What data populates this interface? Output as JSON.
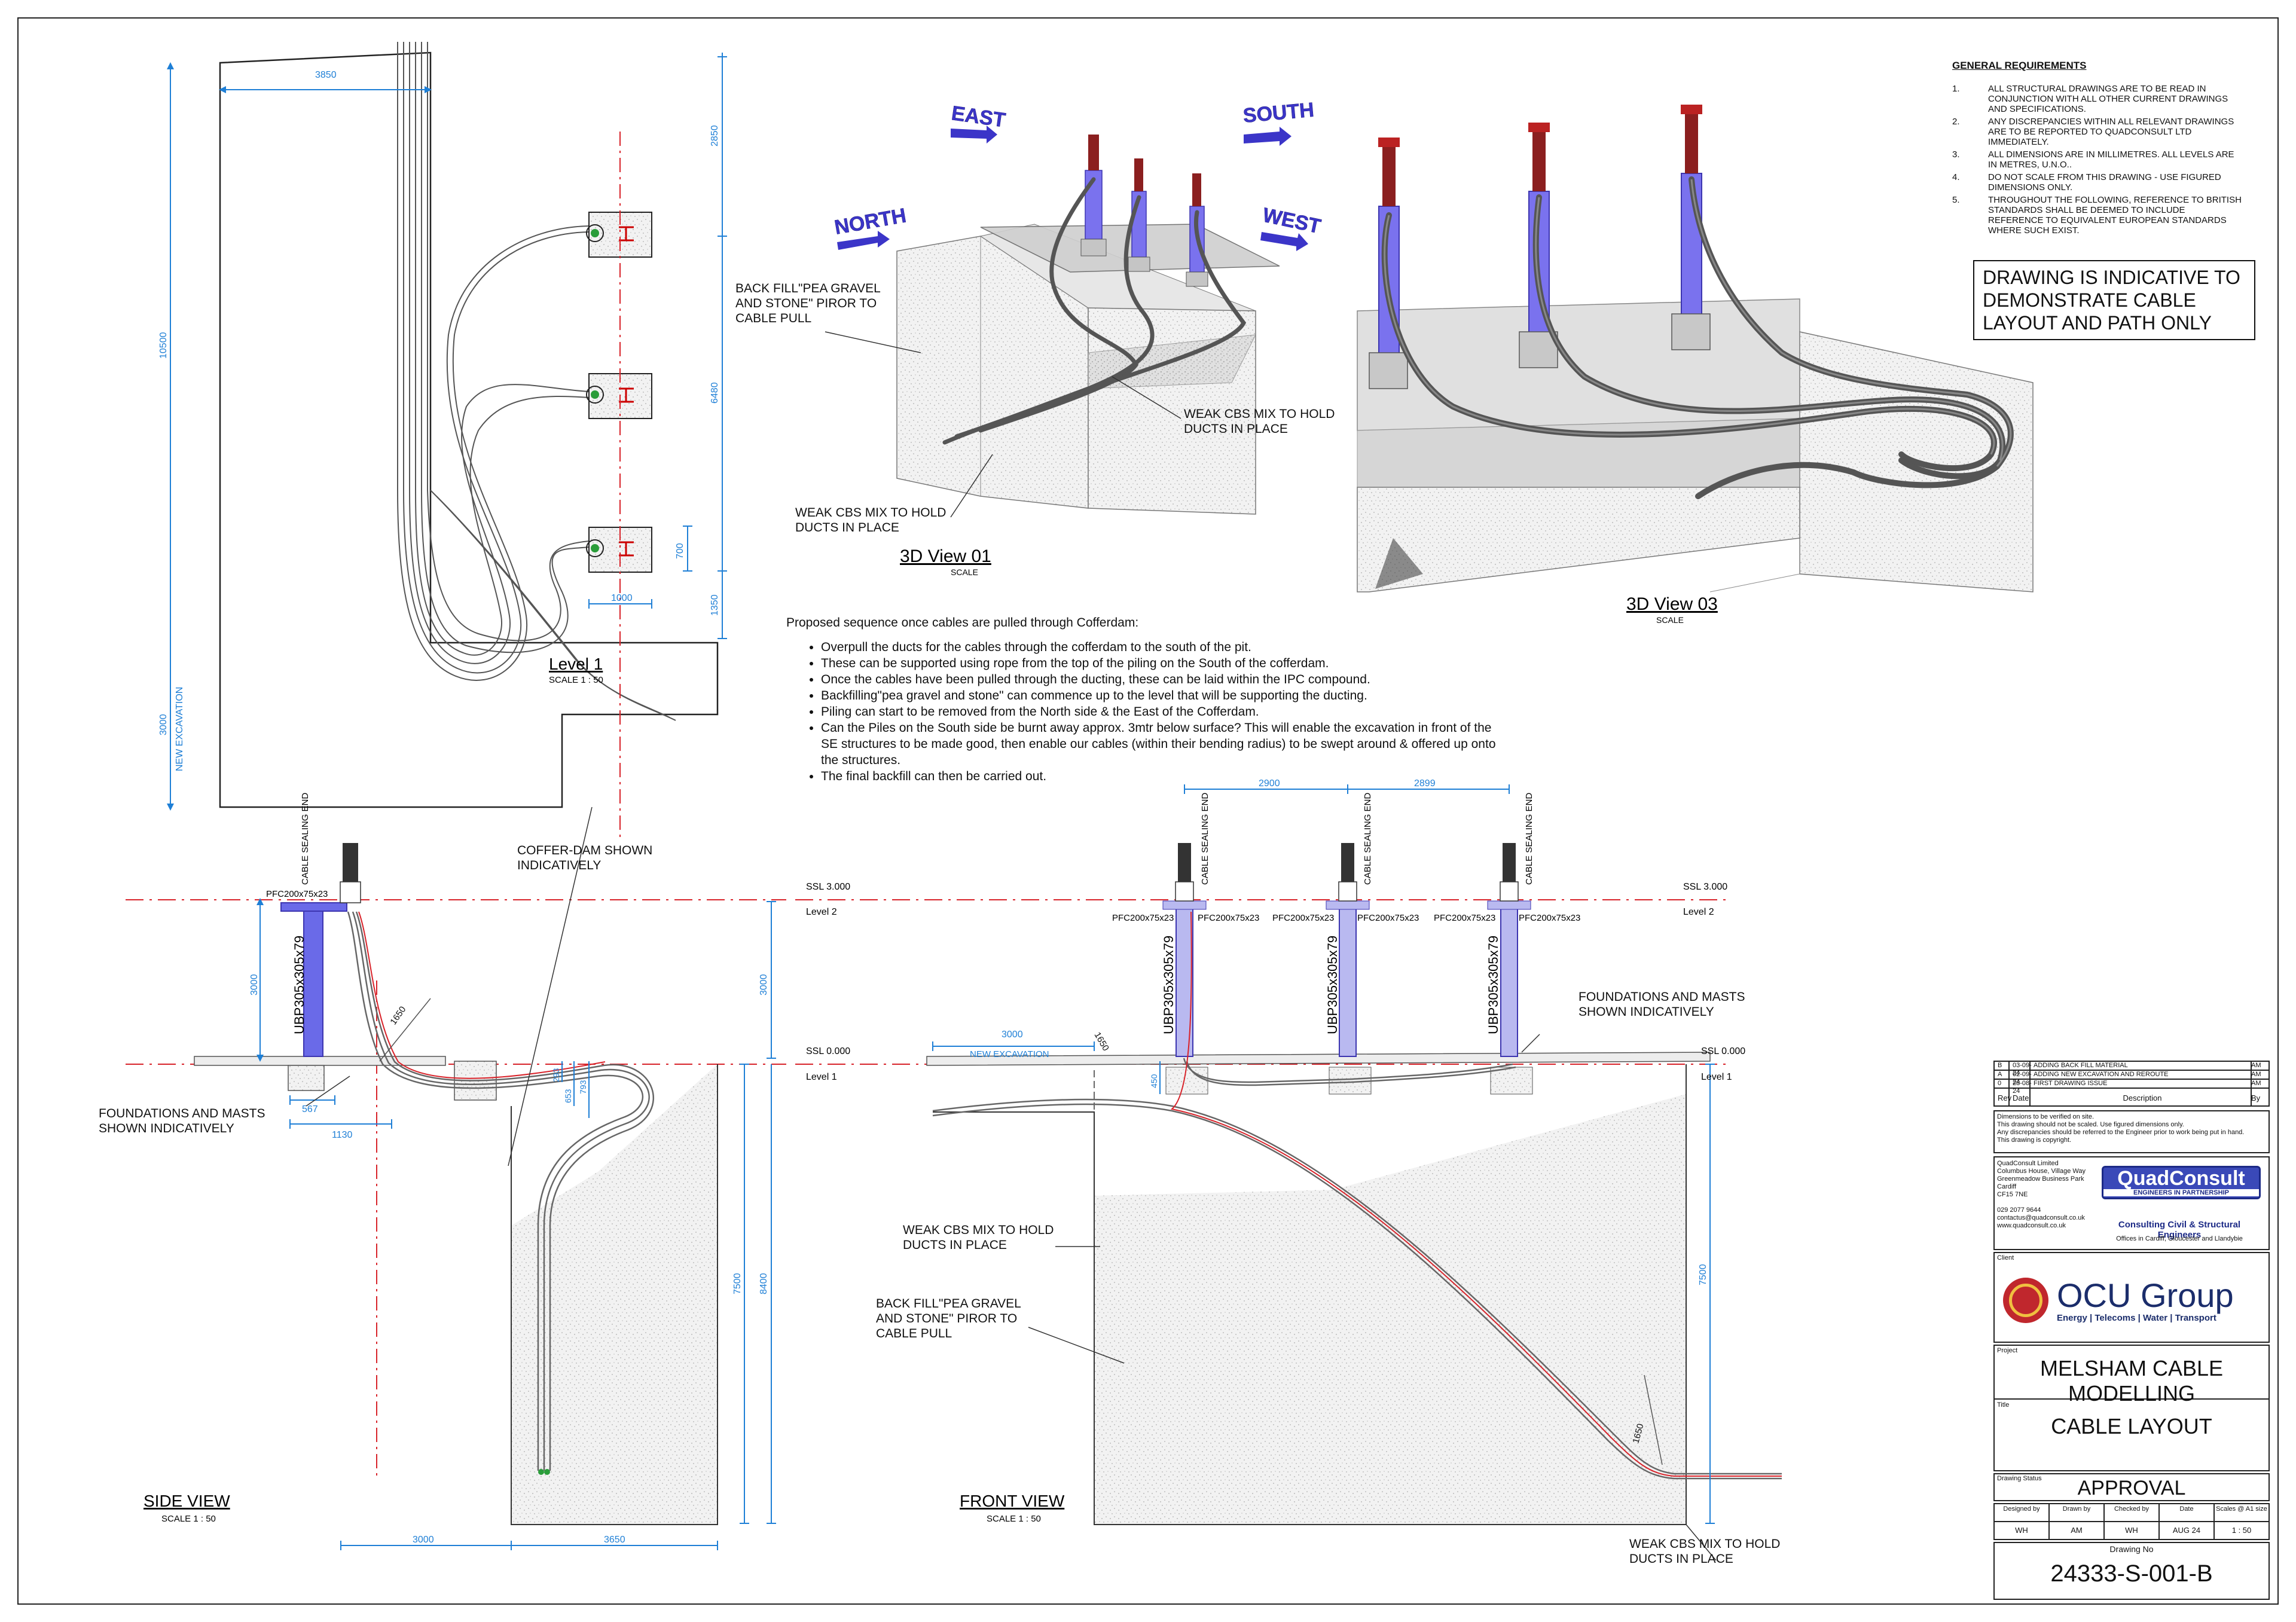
{
  "general_requirements": {
    "title": "GENERAL REQUIREMENTS",
    "items": [
      {
        "num": "1.",
        "text": "ALL STRUCTURAL DRAWINGS ARE TO BE READ IN CONJUNCTION WITH ALL OTHER CURRENT DRAWINGS AND SPECIFICATIONS."
      },
      {
        "num": "2.",
        "text": "ANY DISCREPANCIES WITHIN ALL RELEVANT DRAWINGS ARE TO BE REPORTED TO QUADCONSULT LTD IMMEDIATELY."
      },
      {
        "num": "3.",
        "text": "ALL DIMENSIONS ARE IN MILLIMETRES. ALL LEVELS ARE IN METRES, U.N.O.."
      },
      {
        "num": "4.",
        "text": "DO NOT SCALE FROM THIS DRAWING - USE FIGURED DIMENSIONS ONLY."
      },
      {
        "num": "5.",
        "text": "THROUGHOUT THE FOLLOWING, REFERENCE TO BRITISH STANDARDS SHALL BE DEEMED TO INCLUDE REFERENCE TO EQUIVALENT EUROPEAN STANDARDS WHERE SUCH EXIST."
      }
    ]
  },
  "notice": "DRAWING IS INDICATIVE TO DEMONSTRATE CABLE LAYOUT AND PATH ONLY",
  "sequence": {
    "intro": "Proposed sequence once cables are pulled through Cofferdam:",
    "steps": [
      "Overpull the ducts for the cables through the cofferdam to the south of the pit.",
      "These can be supported using rope from the top of the piling on the South of the cofferdam.",
      "Once the cables have been pulled through the ducting, these can be laid within the IPC compound.",
      "Backfilling\"pea gravel and stone\" can commence up to the level that will be supporting the ducting.",
      "Piling can start to be removed from the North side & the East of the Cofferdam.",
      "Can the Piles on the South side be burnt away approx. 3mtr below surface? This will enable the excavation in front of the SE structures to be made good, then enable our cables (within their bending radius) to be swept around & offered up onto the structures.",
      "The final backfill can then be carried out."
    ]
  },
  "views": {
    "level1": {
      "title": "Level 1",
      "scale": "SCALE  1 : 50"
    },
    "view01": {
      "title": "3D View 01",
      "scale": "SCALE"
    },
    "view03": {
      "title": "3D View 03",
      "scale": "SCALE"
    },
    "side": {
      "title": "SIDE VIEW",
      "scale": "SCALE  1 : 50"
    },
    "front": {
      "title": "FRONT VIEW",
      "scale": "SCALE  1 : 50"
    }
  },
  "compass": {
    "east": "EAST",
    "south": "SOUTH",
    "north": "NORTH",
    "west": "WEST"
  },
  "annotations": {
    "backfill": "BACK FILL\"PEA GRAVEL AND STONE\" PIROR TO CABLE PULL",
    "weak_cbs": "WEAK CBS MIX TO HOLD DUCTS IN PLACE",
    "cofferdam": "COFFER-DAM SHOWN INDICATIVELY",
    "foundations": "FOUNDATIONS AND MASTS SHOWN INDICATIVELY",
    "new_excavation": "NEW EXCAVATION",
    "cable_sealing_end": "CABLE SEALING END",
    "pfc": "PFC200x75x23",
    "ubp": "UBP305x305x79",
    "ssl_top": "SSL 3.000",
    "ssl_bottom": "SSL 0.000",
    "level2": "Level 2",
    "level1": "Level 1"
  },
  "dimensions": {
    "plan": {
      "d3850": "3850",
      "d10500": "10500",
      "d3000": "3000",
      "d2850": "2850",
      "d6480": "6480",
      "d1350": "1350",
      "d700": "700",
      "d1000": "1000"
    },
    "side": {
      "d3000": "3000",
      "d567": "567",
      "d1130": "1130",
      "d1650": "1650",
      "d293": "293",
      "d653": "653",
      "d793": "793",
      "d7500": "7500",
      "d8400": "8400",
      "d3000b": "3000",
      "d3650": "3650"
    },
    "front": {
      "d2900": "2900",
      "d2899": "2899",
      "d3000": "3000",
      "d1650a": "1650",
      "d450": "450",
      "d7500": "7500",
      "d1650b": "1650"
    }
  },
  "title_block": {
    "revisions": [
      {
        "rev": "B",
        "date": "03-09-24",
        "desc": "ADDING BACK FILL MATERIAL",
        "by": "AM"
      },
      {
        "rev": "A",
        "date": "02-09-24",
        "desc": "ADDING NEW EXCAVATION AND REROUTE",
        "by": "AM"
      },
      {
        "rev": "0",
        "date": "28-08-24",
        "desc": "FIRST DRAWING ISSUE",
        "by": "AM"
      }
    ],
    "rev_headers": {
      "rev": "Rev",
      "date": "Date",
      "desc": "Description",
      "by": "By"
    },
    "notes": [
      "Dimensions to be verified on site.",
      "This drawing should not be scaled. Use figured dimensions only.",
      "Any discrepancies should be referred to the Engineer prior to work being put in hand.",
      "This drawing is copyright."
    ],
    "company": {
      "address": [
        "QuadConsult Limited",
        "Columbus House, Village Way",
        "Greenmeadow Business Park",
        "Cardiff",
        "CF15 7NE",
        "",
        "029 2077 9644",
        "contactus@quadconsult.co.uk",
        "www.quadconsult.co.uk"
      ],
      "logo_text": "QuadConsult",
      "tagline": "ENGINEERS IN PARTNERSHIP",
      "subtitle": "Consulting Civil & Structural Engineers",
      "offices": "Offices in Cardiff, Gloucester and Llandybie"
    },
    "client_label": "Client",
    "client_logo": "OCU Group",
    "client_tagline": "Energy | Telecoms | Water | Transport",
    "project_label": "Project",
    "project": "MELSHAM CABLE MODELLING",
    "title_label": "Title",
    "title": "CABLE LAYOUT",
    "status_label": "Drawing Status",
    "status": "APPROVAL",
    "info_headers": [
      "Designed by",
      "Drawn by",
      "Checked by",
      "Date",
      "Scales @ A1 size"
    ],
    "info_values": [
      "WH",
      "AM",
      "WH",
      "AUG 24",
      "1 : 50"
    ],
    "drawing_no_label": "Drawing No",
    "drawing_no": "24333-S-001-B"
  },
  "colors": {
    "dim": "#1e7fd6",
    "steel": "#6a6ae8",
    "steel_light": "#b9b9f0",
    "red": "#d8232a",
    "concrete": "#c9c9c9",
    "cable": "#777777"
  }
}
